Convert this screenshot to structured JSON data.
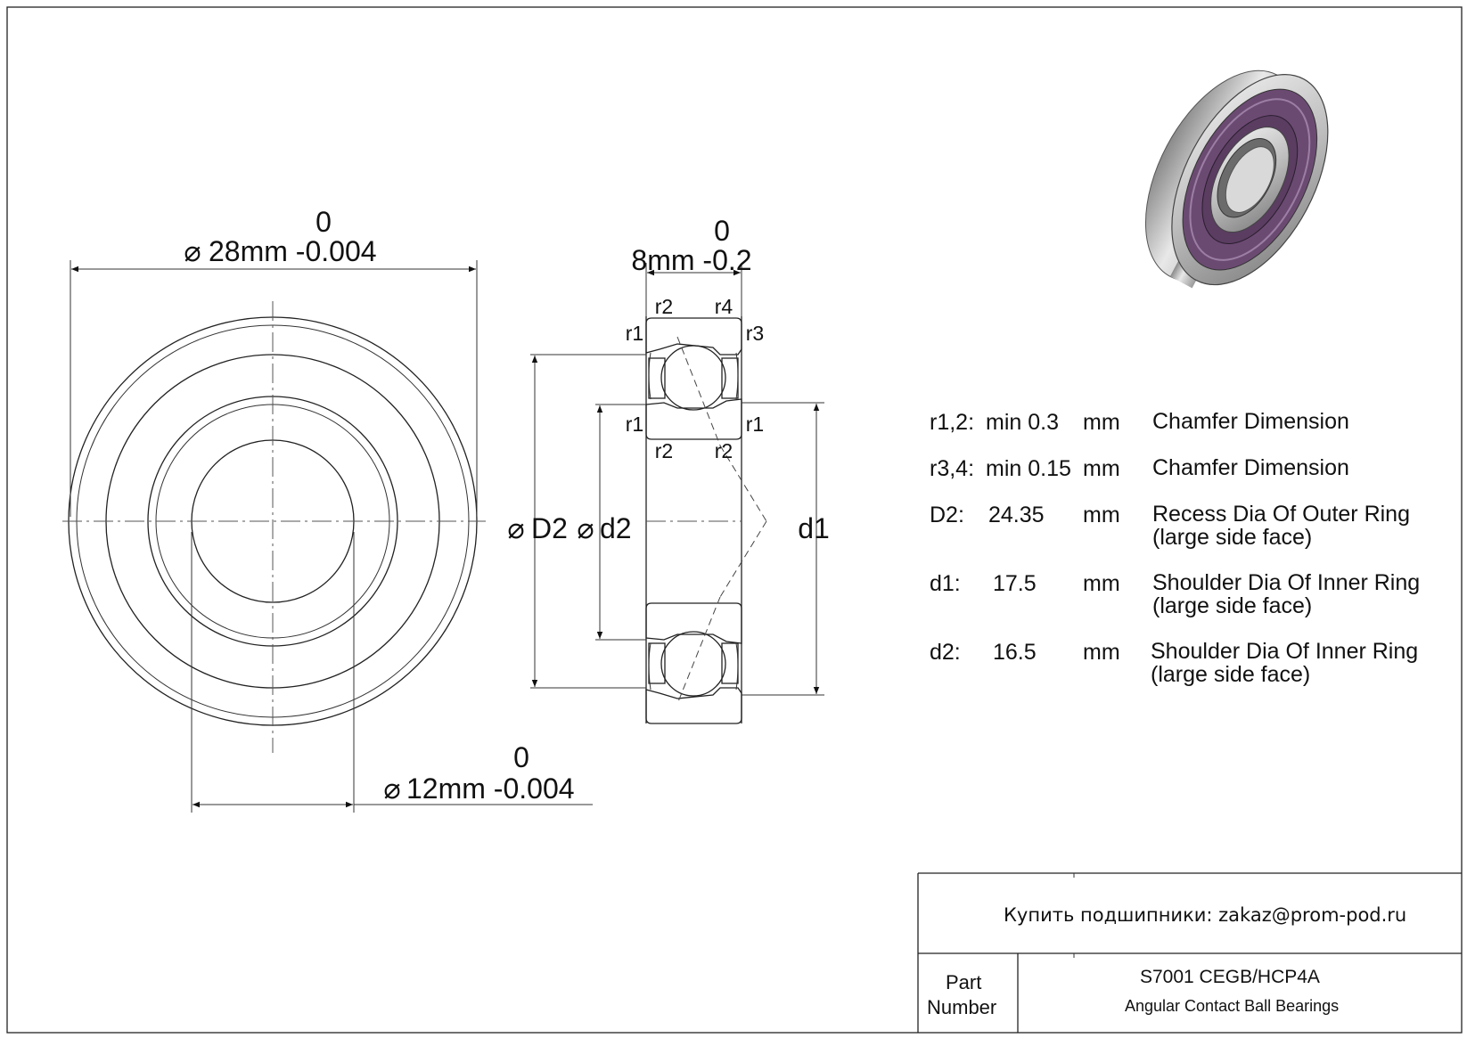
{
  "dimensions": {
    "outer_tol_upper": "0",
    "outer_dia": "28mm -0.004",
    "width_tol_upper": "0",
    "width": "8mm -0.2",
    "bore_tol_upper": "0",
    "bore_dia": "12mm -0.004",
    "D2_label": "D2",
    "d2_label": "d2",
    "d1_label": "d1",
    "dia_symbol": "⌀",
    "r1": "r1",
    "r2": "r2",
    "r3": "r3",
    "r4": "r4"
  },
  "specs": [
    {
      "label": "r1,2:",
      "value": "min 0.3",
      "unit": "mm",
      "desc": "Chamfer Dimension",
      "desc2": ""
    },
    {
      "label": "r3,4:",
      "value": "min 0.15",
      "unit": "mm",
      "desc": "Chamfer Dimension",
      "desc2": ""
    },
    {
      "label": "D2:",
      "value": "24.35",
      "unit": "mm",
      "desc": "Recess Dia Of Outer Ring",
      "desc2": "(large side face)"
    },
    {
      "label": "d1:",
      "value": "17.5",
      "unit": "mm",
      "desc": "Shoulder Dia Of Inner Ring",
      "desc2": "(large side face)"
    },
    {
      "label": "d2:",
      "value": "16.5",
      "unit": "mm",
      "desc": "Shoulder Dia Of Inner Ring",
      "desc2": "(large side face)"
    }
  ],
  "title_block": {
    "contact": "Купить подшипники: zakaz@prom-pod.ru",
    "part_label_1": "Part",
    "part_label_2": "Number",
    "part_number": "S7001 CEGB/HCP4A",
    "part_type": "Angular Contact Ball Bearings"
  },
  "colors": {
    "line": "#222222",
    "shield": "#6b4a72",
    "metal": "#c8c8c8"
  }
}
